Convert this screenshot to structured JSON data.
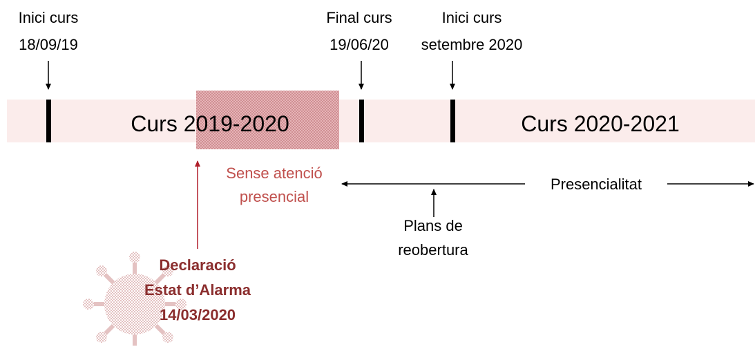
{
  "milestones": {
    "start_2019": {
      "line1": "Inici curs",
      "line2": "18/09/19"
    },
    "end_2020": {
      "line1": "Final curs",
      "line2": "19/06/20"
    },
    "start_2020": {
      "line1": "Inici curs",
      "line2": "setembre 2020"
    }
  },
  "periods": {
    "course_2019": "Curs 2019-2020",
    "course_2020": "Curs 2020-2021"
  },
  "no_attendance": {
    "line1": "Sense atenció",
    "line2": "presencial"
  },
  "in_person": "Presencialitat",
  "reopening": {
    "line1": "Plans de",
    "line2": "reobertura"
  },
  "declaration": {
    "line1": "Declaració",
    "line2": "Estat d’Alarma",
    "line3": "14/03/2020"
  },
  "colors": {
    "band": "#fbeceb",
    "hatch": "#d9a3a6",
    "accent": "#c0504d",
    "declaration": "#8b2e2e",
    "virus": "#e3c2c2",
    "ink": "#000000"
  },
  "icons": {
    "virus": "coronavirus-icon"
  }
}
